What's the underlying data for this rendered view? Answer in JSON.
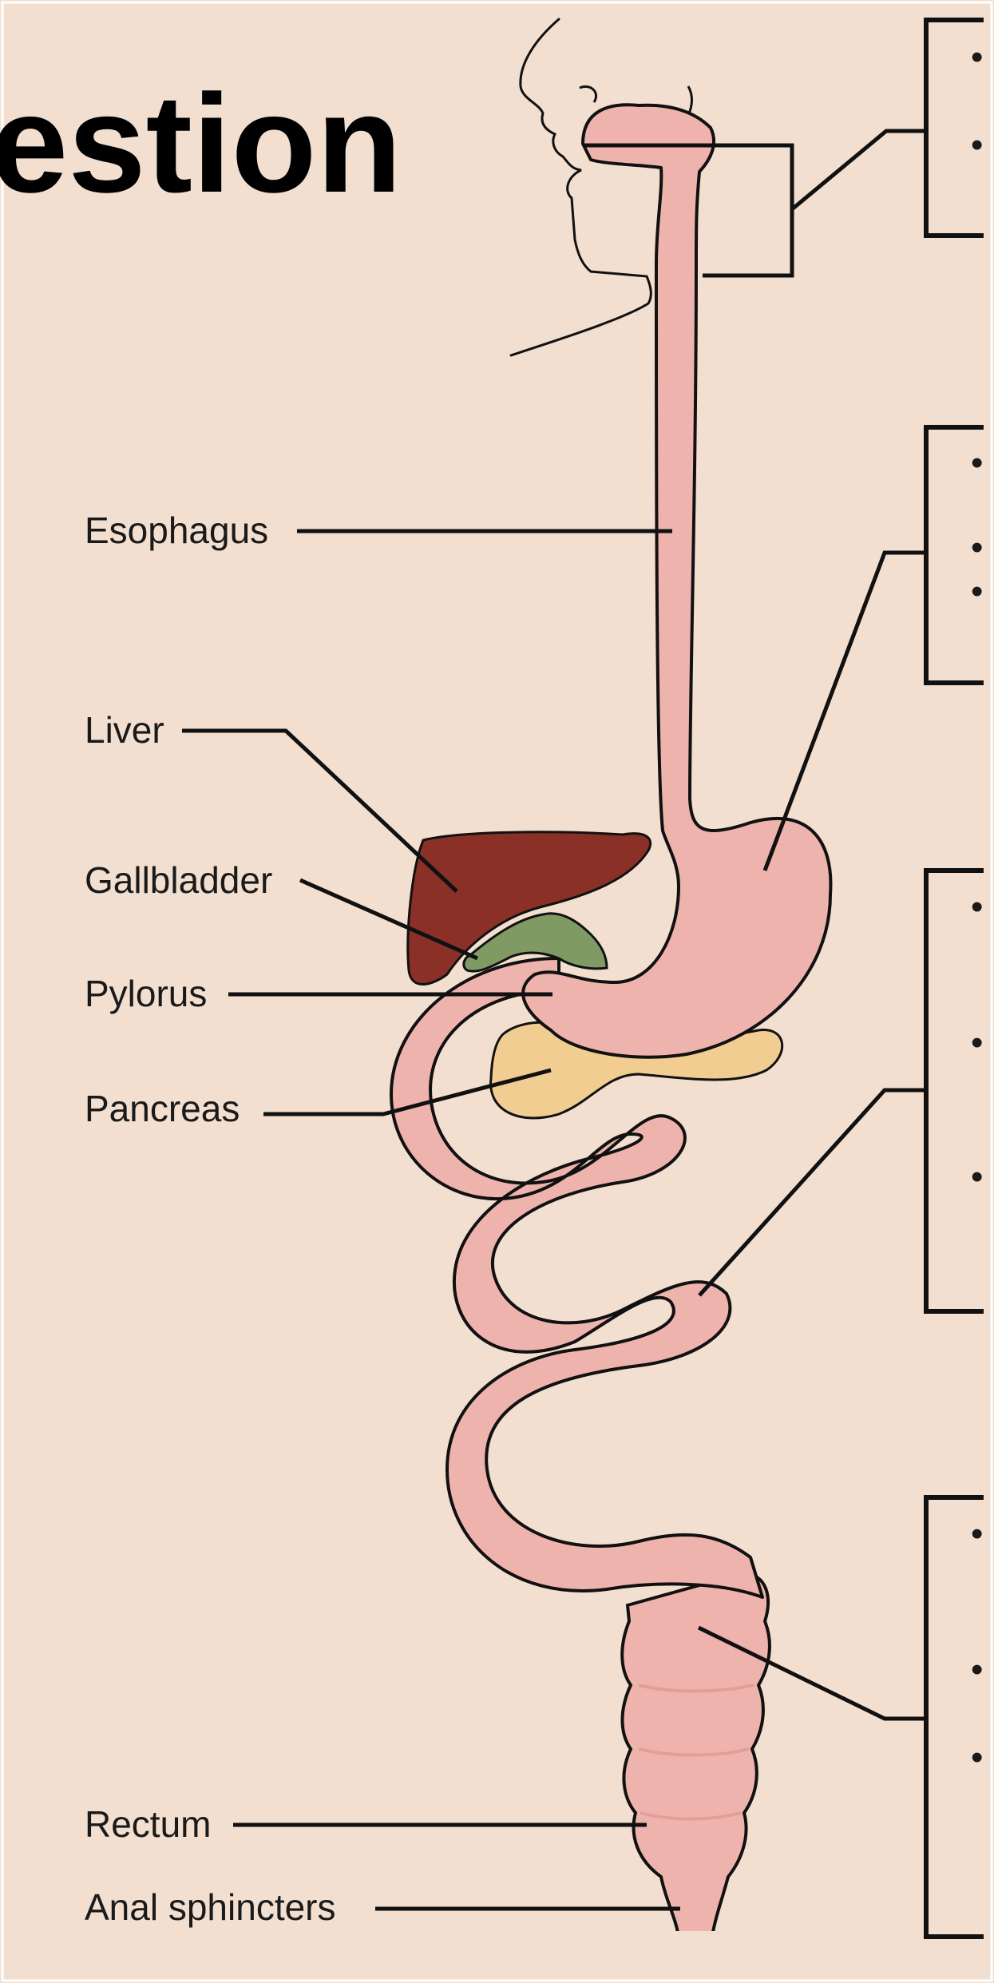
{
  "title": "estion",
  "labels": {
    "esophagus": "Esophagus",
    "liver": "Liver",
    "gallbladder": "Gallbladder",
    "pylorus": "Pylorus",
    "pancreas": "Pancreas",
    "rectum": "Rectum",
    "anal_sphincters": "Anal sphincters"
  },
  "bullets": {
    "mouth": [
      "•",
      "•"
    ],
    "stomach": [
      "•",
      "•",
      "•"
    ],
    "small_intestine": [
      "•",
      "•",
      "•"
    ],
    "large_intestine": [
      "•",
      "•",
      "•"
    ]
  },
  "colors": {
    "background": "#f2dfd0",
    "tract": "#eeb4ad",
    "liver": "#8b3026",
    "gallbladder": "#7f9a63",
    "pancreas": "#f2cd92",
    "outline": "#111111"
  }
}
